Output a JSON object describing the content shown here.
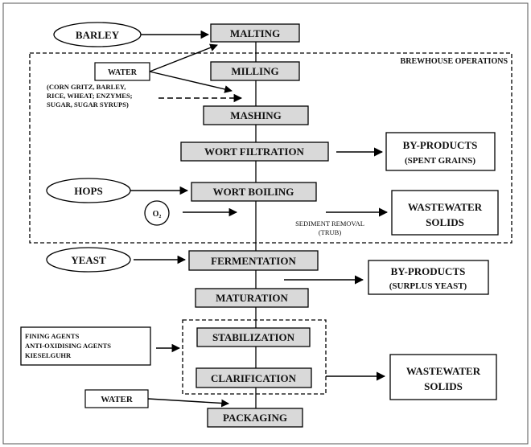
{
  "diagram": {
    "section_label": "BREWHOUSE OPERATIONS",
    "steps": {
      "malting": "MALTING",
      "milling": "MILLING",
      "mashing": "MASHING",
      "wort_filtration": "WORT FILTRATION",
      "wort_boiling": "WORT BOILING",
      "fermentation": "FERMENTATION",
      "maturation": "MATURATION",
      "stabilization": "STABILIZATION",
      "clarification": "CLARIFICATION",
      "packaging": "PACKAGING"
    },
    "inputs": {
      "barley": "BARLEY",
      "hops": "HOPS",
      "yeast": "YEAST",
      "water_top": "WATER",
      "water_bottom": "WATER",
      "oxygen": "O₂",
      "adjuncts": [
        "(CORN GRITZ, BARLEY,",
        "RICE, WHEAT; ENZYMES;",
        "SUGAR, SUGAR SYRUPS)"
      ],
      "fining": [
        "FINING AGENTS",
        "ANTI-OXIDISING AGENTS",
        "KIESELGUHR"
      ]
    },
    "outputs": {
      "byproducts_spent": [
        "BY-PRODUCTS",
        "(SPENT GRAINS)"
      ],
      "wastewater_1": [
        "WASTEWATER",
        "SOLIDS"
      ],
      "byproducts_yeast": [
        "BY-PRODUCTS",
        "(SURPLUS YEAST)"
      ],
      "wastewater_2": [
        "WASTEWATER",
        "SOLIDS"
      ],
      "sediment": [
        "SEDIMENT REMOVAL",
        "(TRUB)"
      ]
    },
    "colors": {
      "step_fill": "#d9d9d9",
      "line": "#000000",
      "border": "#555555"
    }
  }
}
